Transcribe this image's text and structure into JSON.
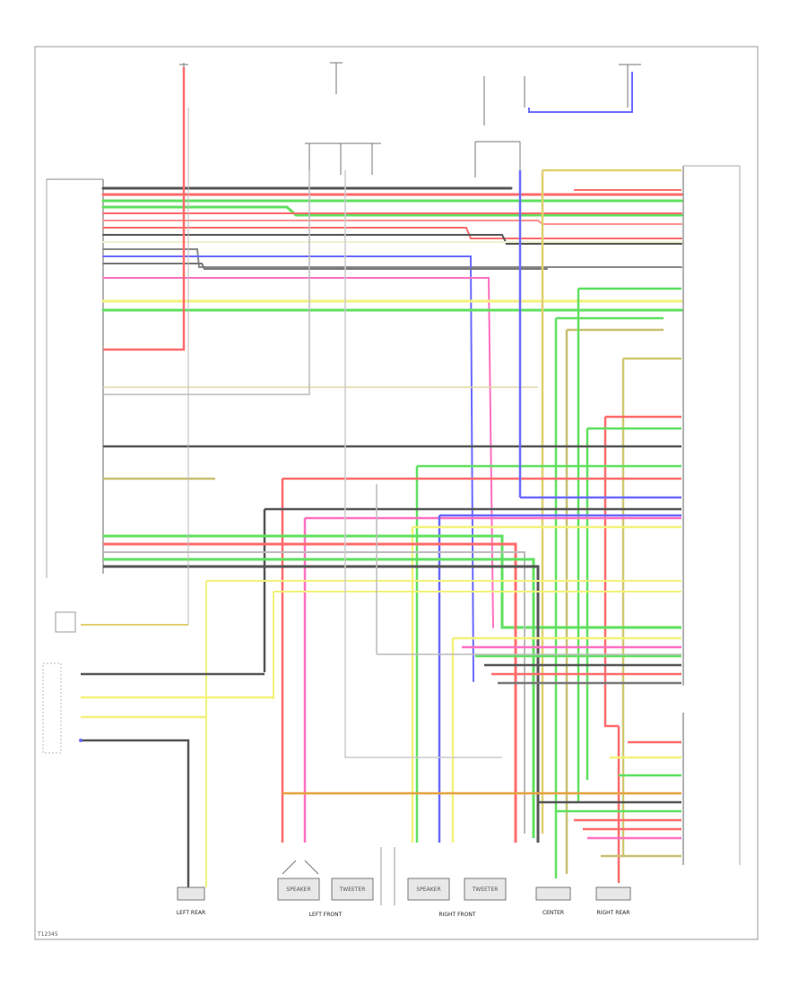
{
  "colors": {
    "red": "#ff6b6b",
    "green": "#5fe05f",
    "yellow": "#f2f27a",
    "blue": "#6a6aff",
    "dark": "#555555",
    "pink": "#ff70c0",
    "orange": "#e6a040",
    "olive": "#c8c070",
    "gray": "#bbbbbb"
  },
  "speakers": {
    "left_single_label": "LEFT REAR",
    "left_pair": [
      "SPEAKER",
      "TWEETER"
    ],
    "left_pair_label": "LEFT FRONT",
    "right_pair": [
      "SPEAKER",
      "TWEETER"
    ],
    "right_pair_label": "RIGHT FRONT",
    "center_label": "CENTER",
    "right_single_label": "RIGHT REAR"
  },
  "footer_code": "T12345"
}
